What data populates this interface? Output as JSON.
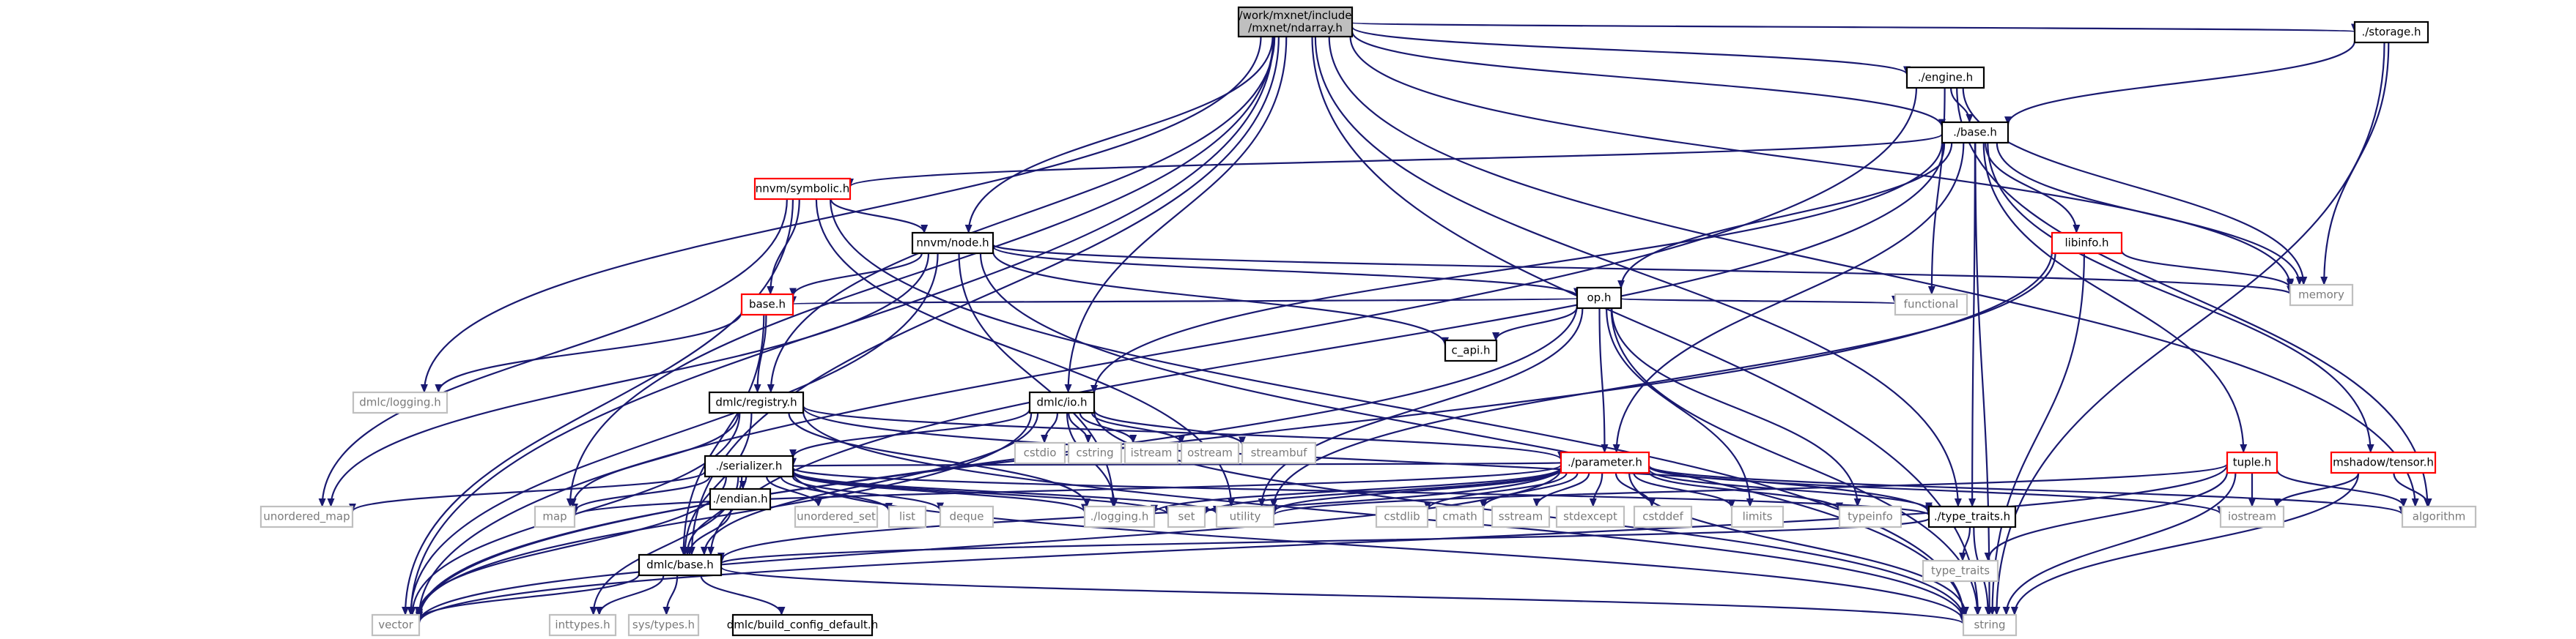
{
  "diagram": {
    "title": "Include dependency graph",
    "colors": {
      "edge": "#191970",
      "root_fill": "#bfbfbf",
      "normal_border": "#000000",
      "red_border": "#ff0000",
      "grey_border": "#bfbfbf",
      "grey_text": "#7a7a7a"
    },
    "nodes": [
      {
        "id": "root",
        "label": "/work/mxnet/include\n/mxnet/ndarray.h",
        "kind": "root"
      },
      {
        "id": "engine",
        "label": "./engine.h",
        "kind": "normal"
      },
      {
        "id": "storage",
        "label": "./storage.h",
        "kind": "normal"
      },
      {
        "id": "base",
        "label": "./base.h",
        "kind": "normal"
      },
      {
        "id": "symbolic",
        "label": "nnvm/symbolic.h",
        "kind": "red"
      },
      {
        "id": "libinfo",
        "label": "libinfo.h",
        "kind": "red"
      },
      {
        "id": "nnvmnode",
        "label": "nnvm/node.h",
        "kind": "normal"
      },
      {
        "id": "memory",
        "label": "memory",
        "kind": "grey"
      },
      {
        "id": "oph",
        "label": "op.h",
        "kind": "normal"
      },
      {
        "id": "nnvmbase",
        "label": "base.h",
        "kind": "red"
      },
      {
        "id": "capi",
        "label": "c_api.h",
        "kind": "normal"
      },
      {
        "id": "functional",
        "label": "functional",
        "kind": "grey"
      },
      {
        "id": "dmlclogging",
        "label": "dmlc/logging.h",
        "kind": "grey"
      },
      {
        "id": "registry",
        "label": "dmlc/registry.h",
        "kind": "normal"
      },
      {
        "id": "dmlcio",
        "label": "dmlc/io.h",
        "kind": "normal"
      },
      {
        "id": "cstdio",
        "label": "cstdio",
        "kind": "grey"
      },
      {
        "id": "cstring",
        "label": "cstring",
        "kind": "grey"
      },
      {
        "id": "istream",
        "label": "istream",
        "kind": "grey"
      },
      {
        "id": "ostream",
        "label": "ostream",
        "kind": "grey"
      },
      {
        "id": "streambuf",
        "label": "streambuf",
        "kind": "grey"
      },
      {
        "id": "parameter",
        "label": "./parameter.h",
        "kind": "red"
      },
      {
        "id": "tuple",
        "label": "tuple.h",
        "kind": "red"
      },
      {
        "id": "tensor",
        "label": "mshadow/tensor.h",
        "kind": "red"
      },
      {
        "id": "serializer",
        "label": "./serializer.h",
        "kind": "normal"
      },
      {
        "id": "unordered_map",
        "label": "unordered_map",
        "kind": "grey"
      },
      {
        "id": "map",
        "label": "map",
        "kind": "grey"
      },
      {
        "id": "endian",
        "label": "./endian.h",
        "kind": "normal"
      },
      {
        "id": "unordered_set",
        "label": "unordered_set",
        "kind": "grey"
      },
      {
        "id": "list",
        "label": "list",
        "kind": "grey"
      },
      {
        "id": "deque",
        "label": "deque",
        "kind": "grey"
      },
      {
        "id": "logging",
        "label": "./logging.h",
        "kind": "grey"
      },
      {
        "id": "set",
        "label": "set",
        "kind": "grey"
      },
      {
        "id": "utility",
        "label": "utility",
        "kind": "grey"
      },
      {
        "id": "cstdlib",
        "label": "cstdlib",
        "kind": "grey"
      },
      {
        "id": "cmath",
        "label": "cmath",
        "kind": "grey"
      },
      {
        "id": "sstream",
        "label": "sstream",
        "kind": "grey"
      },
      {
        "id": "stdexcept",
        "label": "stdexcept",
        "kind": "grey"
      },
      {
        "id": "cstddef",
        "label": "cstddef",
        "kind": "grey"
      },
      {
        "id": "limits",
        "label": "limits",
        "kind": "grey"
      },
      {
        "id": "typeinfo",
        "label": "typeinfo",
        "kind": "grey"
      },
      {
        "id": "type_traits_h",
        "label": "./type_traits.h",
        "kind": "normal"
      },
      {
        "id": "iostream",
        "label": "iostream",
        "kind": "grey"
      },
      {
        "id": "algorithm",
        "label": "algorithm",
        "kind": "grey"
      },
      {
        "id": "dmlcbase",
        "label": "dmlc/base.h",
        "kind": "normal"
      },
      {
        "id": "type_traits",
        "label": "type_traits",
        "kind": "grey"
      },
      {
        "id": "vector",
        "label": "vector",
        "kind": "grey"
      },
      {
        "id": "inttypes",
        "label": "inttypes.h",
        "kind": "grey"
      },
      {
        "id": "systypes",
        "label": "sys/types.h",
        "kind": "grey"
      },
      {
        "id": "buildcfg",
        "label": "dmlc/build_config_default.h",
        "kind": "normal"
      },
      {
        "id": "string",
        "label": "string",
        "kind": "grey"
      }
    ],
    "edges": [
      [
        "root",
        "engine"
      ],
      [
        "root",
        "storage"
      ],
      [
        "root",
        "base"
      ],
      [
        "root",
        "memory"
      ],
      [
        "root",
        "algorithm"
      ],
      [
        "root",
        "type_traits_h"
      ],
      [
        "root",
        "nnvmnode"
      ],
      [
        "root",
        "dmlcio"
      ],
      [
        "root",
        "registry"
      ],
      [
        "root",
        "dmlclogging"
      ],
      [
        "root",
        "map"
      ],
      [
        "root",
        "dmlcbase"
      ],
      [
        "root",
        "vector"
      ],
      [
        "root",
        "string"
      ],
      [
        "engine",
        "base"
      ],
      [
        "engine",
        "memory"
      ],
      [
        "engine",
        "functional"
      ],
      [
        "engine",
        "algorithm"
      ],
      [
        "engine",
        "vector"
      ],
      [
        "storage",
        "base"
      ],
      [
        "storage",
        "memory"
      ],
      [
        "storage",
        "string"
      ],
      [
        "base",
        "symbolic"
      ],
      [
        "base",
        "libinfo"
      ],
      [
        "base",
        "oph"
      ],
      [
        "base",
        "memory"
      ],
      [
        "base",
        "tuple"
      ],
      [
        "base",
        "tensor"
      ],
      [
        "base",
        "parameter"
      ],
      [
        "base",
        "type_traits_h"
      ],
      [
        "base",
        "dmlcio"
      ],
      [
        "base",
        "dmlcbase"
      ],
      [
        "base",
        "string"
      ],
      [
        "symbolic",
        "nnvmnode"
      ],
      [
        "symbolic",
        "nnvmbase"
      ],
      [
        "symbolic",
        "unordered_map"
      ],
      [
        "symbolic",
        "vector"
      ],
      [
        "symbolic",
        "utility"
      ],
      [
        "symbolic",
        "string"
      ],
      [
        "libinfo",
        "memory"
      ],
      [
        "libinfo",
        "utility"
      ],
      [
        "libinfo",
        "vector"
      ],
      [
        "libinfo",
        "string"
      ],
      [
        "nnvmnode",
        "oph"
      ],
      [
        "nnvmnode",
        "nnvmbase"
      ],
      [
        "nnvmnode",
        "capi"
      ],
      [
        "nnvmnode",
        "memory"
      ],
      [
        "nnvmnode",
        "unordered_map"
      ],
      [
        "nnvmnode",
        "vector"
      ],
      [
        "nnvmnode",
        "string"
      ],
      [
        "nnvmnode",
        "logging"
      ],
      [
        "oph",
        "nnvmbase"
      ],
      [
        "oph",
        "capi"
      ],
      [
        "oph",
        "functional"
      ],
      [
        "oph",
        "parameter"
      ],
      [
        "oph",
        "utility"
      ],
      [
        "oph",
        "limits"
      ],
      [
        "oph",
        "typeinfo"
      ],
      [
        "oph",
        "vector"
      ],
      [
        "oph",
        "string"
      ],
      [
        "nnvmbase",
        "dmlclogging"
      ],
      [
        "nnvmbase",
        "registry"
      ],
      [
        "nnvmbase",
        "dmlcbase"
      ],
      [
        "registry",
        "parameter"
      ],
      [
        "registry",
        "type_traits_h"
      ],
      [
        "registry",
        "map"
      ],
      [
        "registry",
        "vector"
      ],
      [
        "registry",
        "string"
      ],
      [
        "registry",
        "dmlcbase"
      ],
      [
        "registry",
        "logging"
      ],
      [
        "dmlcio",
        "serializer"
      ],
      [
        "dmlcio",
        "cstdio"
      ],
      [
        "dmlcio",
        "cstring"
      ],
      [
        "dmlcio",
        "istream"
      ],
      [
        "dmlcio",
        "ostream"
      ],
      [
        "dmlcio",
        "streambuf"
      ],
      [
        "dmlcio",
        "vector"
      ],
      [
        "dmlcio",
        "string"
      ],
      [
        "dmlcio",
        "logging"
      ],
      [
        "dmlcio",
        "dmlcbase"
      ],
      [
        "parameter",
        "serializer"
      ],
      [
        "parameter",
        "map"
      ],
      [
        "parameter",
        "set"
      ],
      [
        "parameter",
        "utility"
      ],
      [
        "parameter",
        "cstdlib"
      ],
      [
        "parameter",
        "cmath"
      ],
      [
        "parameter",
        "sstream"
      ],
      [
        "parameter",
        "stdexcept"
      ],
      [
        "parameter",
        "cstddef"
      ],
      [
        "parameter",
        "limits"
      ],
      [
        "parameter",
        "typeinfo"
      ],
      [
        "parameter",
        "type_traits_h"
      ],
      [
        "parameter",
        "iostream"
      ],
      [
        "parameter",
        "algorithm"
      ],
      [
        "parameter",
        "logging"
      ],
      [
        "parameter",
        "dmlcbase"
      ],
      [
        "parameter",
        "vector"
      ],
      [
        "parameter",
        "string"
      ],
      [
        "serializer",
        "unordered_map"
      ],
      [
        "serializer",
        "map"
      ],
      [
        "serializer",
        "endian"
      ],
      [
        "serializer",
        "unordered_set"
      ],
      [
        "serializer",
        "list"
      ],
      [
        "serializer",
        "deque"
      ],
      [
        "serializer",
        "logging"
      ],
      [
        "serializer",
        "set"
      ],
      [
        "serializer",
        "utility"
      ],
      [
        "serializer",
        "type_traits_h"
      ],
      [
        "serializer",
        "dmlcbase"
      ],
      [
        "serializer",
        "vector"
      ],
      [
        "serializer",
        "string"
      ],
      [
        "serializer",
        "inttypes"
      ],
      [
        "endian",
        "dmlcbase"
      ],
      [
        "tuple",
        "utility"
      ],
      [
        "tuple",
        "iostream"
      ],
      [
        "tuple",
        "algorithm"
      ],
      [
        "tuple",
        "type_traits"
      ],
      [
        "tuple",
        "vector"
      ],
      [
        "tuple",
        "string"
      ],
      [
        "tensor",
        "iostream"
      ],
      [
        "tensor",
        "algorithm"
      ],
      [
        "tensor",
        "string"
      ],
      [
        "type_traits_h",
        "dmlcbase"
      ],
      [
        "type_traits_h",
        "type_traits"
      ],
      [
        "type_traits_h",
        "string"
      ],
      [
        "dmlcbase",
        "vector"
      ],
      [
        "dmlcbase",
        "inttypes"
      ],
      [
        "dmlcbase",
        "systypes"
      ],
      [
        "dmlcbase",
        "buildcfg"
      ],
      [
        "dmlcbase",
        "string"
      ]
    ]
  }
}
